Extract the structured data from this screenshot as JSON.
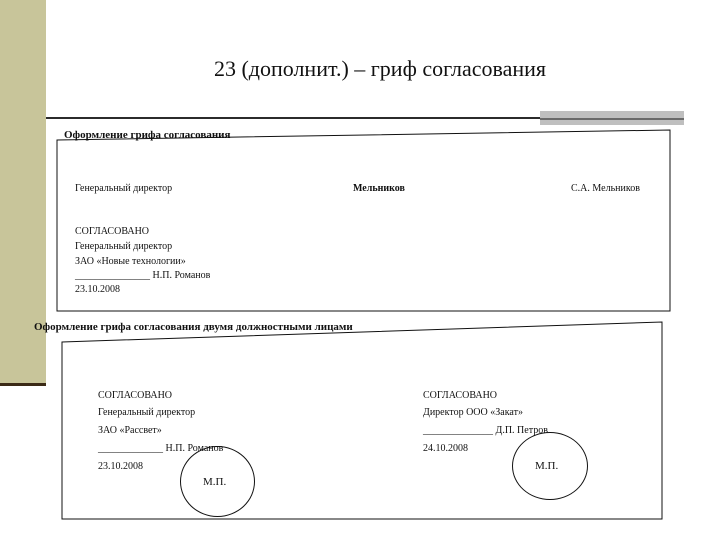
{
  "slide": {
    "title": "23 (дополнит.) – гриф согласования"
  },
  "example1": {
    "heading": "Оформление грифа согласования",
    "header_row": {
      "position": "Генеральный директор",
      "signature": "Мельников",
      "name": "С.А. Мельников"
    },
    "approval": {
      "stamp_word": "СОГЛАСОВАНО",
      "position": "Генеральный директор",
      "org": "ЗАО «Новые технологии»",
      "sign_line": "_______________ Н.П. Романов",
      "date": "23.10.2008"
    }
  },
  "example2": {
    "heading": "Оформление грифа согласования двумя должностными лицами",
    "left": {
      "stamp_word": "СОГЛАСОВАНО",
      "position": "Генеральный директор",
      "org": "ЗАО «Рассвет»",
      "sign_line": "_____________ Н.П. Романов",
      "date": "23.10.2008",
      "seal": "М.П."
    },
    "right": {
      "stamp_word": "СОГЛАСОВАНО",
      "position": "Директор ООО «Закат»",
      "sign_line": "______________ Д.П. Петров",
      "date": "24.10.2008",
      "seal": "М.П."
    }
  }
}
